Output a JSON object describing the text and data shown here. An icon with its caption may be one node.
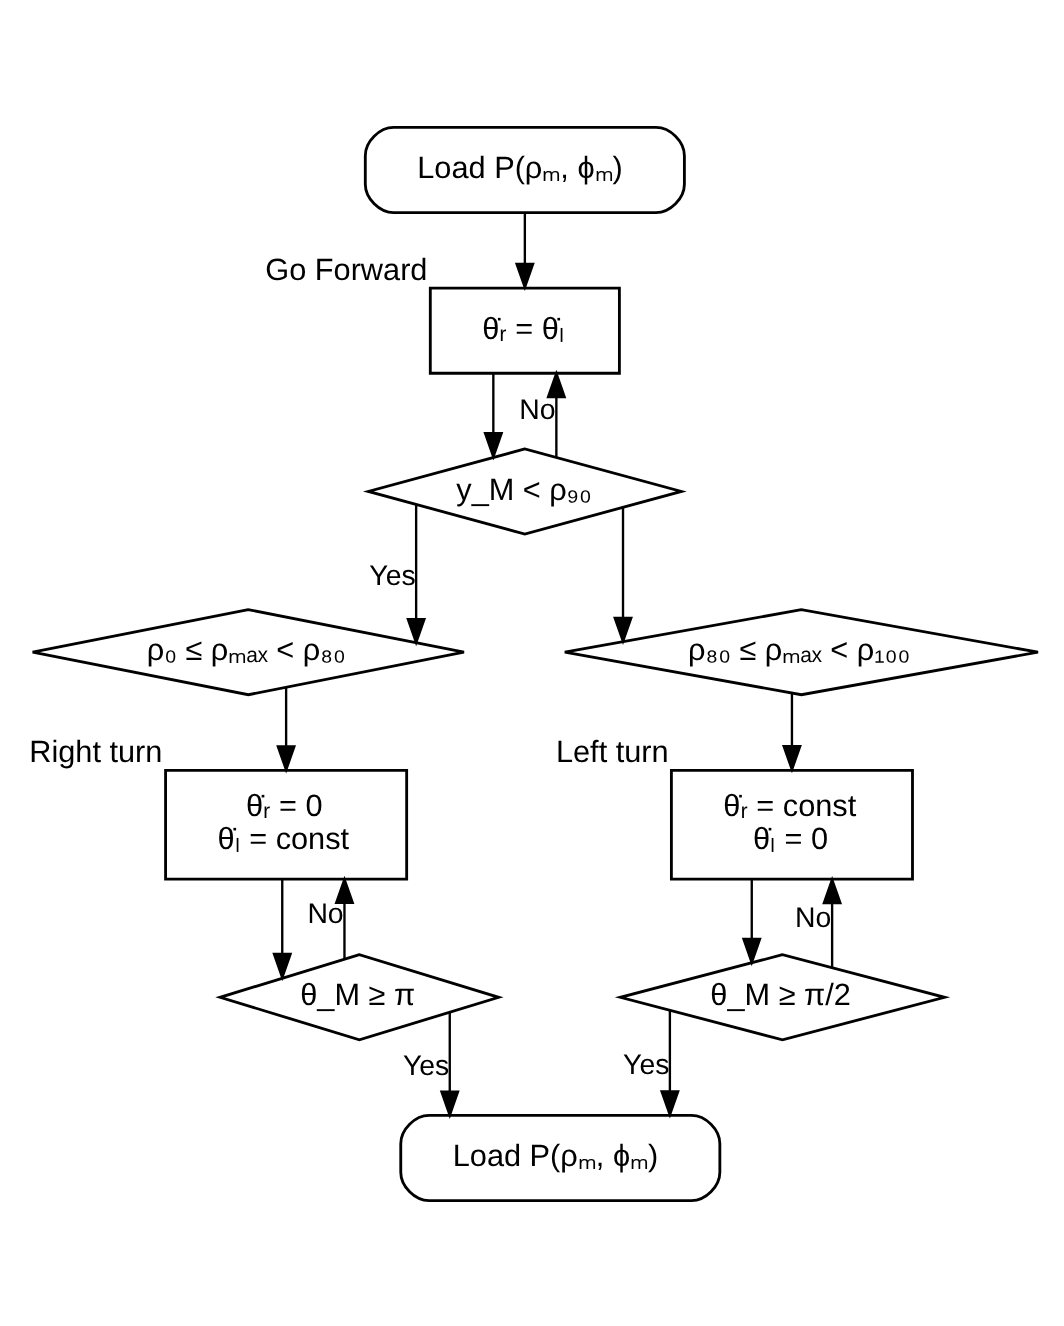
{
  "diagram": {
    "nodes": [
      {
        "text": [
          "Load P(ρₘ, ϕₘ)"
        ]
      },
      {
        "text": [
          "θ̇ᵣ = θ̇ₗ"
        ],
        "beside": [
          "Go Forward"
        ]
      },
      {
        "text": [
          "y_M < ρ₉₀"
        ]
      },
      {
        "text": [
          "ρ₀ ≤ ρₘₐₓ < ρ₈₀"
        ]
      },
      {
        "text": [
          "ρ₈₀ ≤ ρₘₐₓ < ρ₁₀₀"
        ]
      },
      {
        "text": [
          "θ̇ᵣ = 0",
          "θ̇ₗ = const"
        ],
        "beside": [
          "Right turn"
        ]
      },
      {
        "text": [
          "θ̇ᵣ = const",
          "θ̇ₗ = 0"
        ],
        "beside": [
          "Left turn"
        ]
      },
      {
        "text": [
          "θ_M ≥ π"
        ]
      },
      {
        "text": [
          "θ_M ≥ π/2"
        ]
      },
      {
        "text": [
          "Load P(ρₘ, ϕₘ)"
        ]
      }
    ],
    "edges": [
      {
        "from": 0,
        "to": 1,
        "arrow": "to"
      },
      {
        "from": 1,
        "to": 2,
        "arrow": "to"
      },
      {
        "from": 2,
        "to": 1,
        "arrow": "to",
        "label": "No"
      },
      {
        "from": 2,
        "to": 3,
        "arrow": "to",
        "label": "Yes"
      },
      {
        "from": 2,
        "to": 4,
        "arrow": "to"
      },
      {
        "from": 3,
        "to": 5,
        "arrow": "to"
      },
      {
        "from": 4,
        "to": 6,
        "arrow": "to"
      },
      {
        "from": 5,
        "to": 7,
        "arrow": "to"
      },
      {
        "from": 7,
        "to": 5,
        "arrow": "to",
        "label": "No"
      },
      {
        "from": 6,
        "to": 8,
        "arrow": "to"
      },
      {
        "from": 8,
        "to": 6,
        "arrow": "to",
        "label": "No"
      },
      {
        "from": 7,
        "to": 9,
        "arrow": "to",
        "label": "Yes"
      },
      {
        "from": 8,
        "to": 9,
        "arrow": "to",
        "label": "Yes"
      }
    ]
  }
}
